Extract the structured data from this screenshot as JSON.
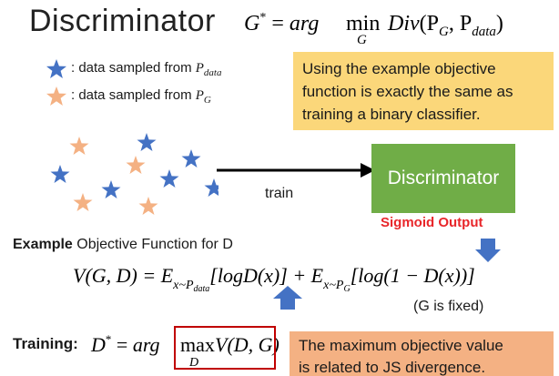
{
  "header": {
    "title": "Discriminator",
    "formula": {
      "lhs": "G",
      "star": "*",
      "eq": " = ",
      "arg": "arg",
      "op": "min",
      "sub": "G",
      "fn": "Div",
      "args": "(P",
      "sub1": "G",
      "comma": ", P",
      "sub2": "data",
      "close": ")"
    }
  },
  "legend": {
    "data_text": ": data sampled from ",
    "data_symbol": "P",
    "data_sub": "data",
    "gen_text": ": data sampled from ",
    "gen_symbol": "P",
    "gen_sub": "G",
    "data_color": "#4472c4",
    "gen_color": "#f4b183"
  },
  "notes": {
    "classifier_lines": [
      "Using the example objective",
      "function is exactly the same as",
      "training a binary classifier."
    ],
    "js_lines": [
      "The maximum objective value",
      "is related to JS divergence."
    ]
  },
  "diagram": {
    "train_label": "train",
    "discriminator_label": "Discriminator",
    "sigmoid_label": "Sigmoid Output"
  },
  "objective": {
    "heading_bold": "Example",
    "heading_rest": " Objective Function for D",
    "formula": {
      "v": "V(G, D) = E",
      "sub1": "x~P",
      "sub1b": "data",
      "term1": "[logD(x)] + E",
      "sub2": "x~P",
      "sub2b": "G",
      "term2": "[log(1 − D(x))]"
    },
    "fixed_note": "(G is fixed)"
  },
  "training": {
    "label": "Training:",
    "formula": {
      "lhs": "D",
      "star": "*",
      "eq": " = ",
      "arg": "arg",
      "op": "max",
      "sub": "D",
      "rest": "V(D, G)"
    }
  },
  "colors": {
    "discriminator_green": "#70ad47",
    "note_yellow": "#fbd77a",
    "note_orange": "#f4b183",
    "arrow_blue": "#4472c4",
    "sigmoid_red": "#e8262a",
    "max_box_red": "#c00000"
  }
}
